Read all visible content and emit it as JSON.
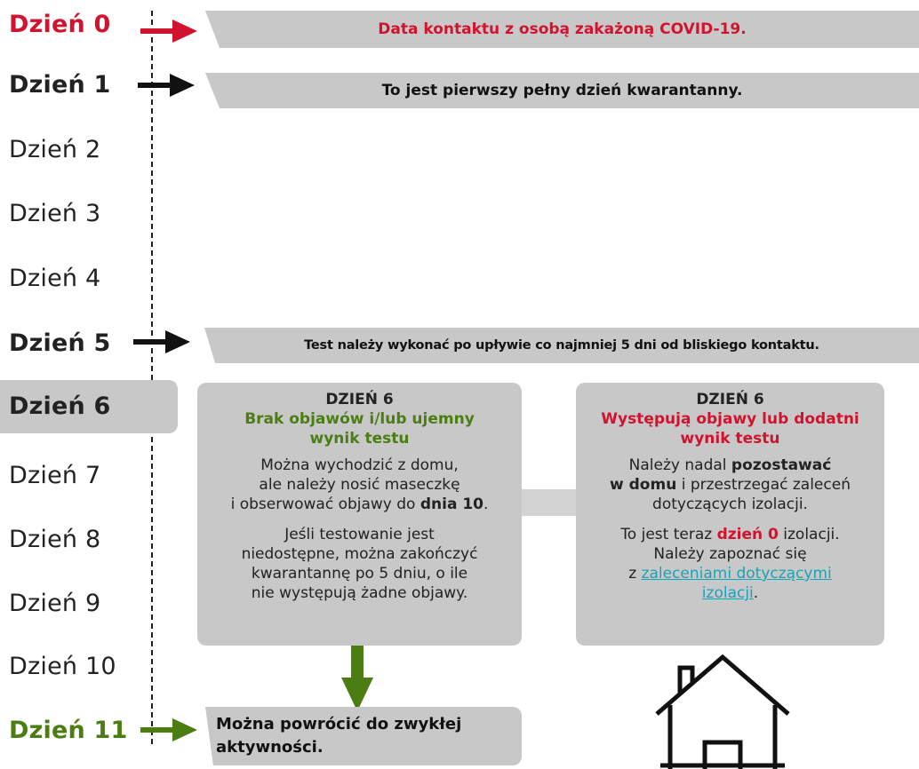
{
  "days": {
    "d0": "Dzień 0",
    "d1": "Dzień 1",
    "d2": "Dzień 2",
    "d3": "Dzień 3",
    "d4": "Dzień 4",
    "d5": "Dzień 5",
    "d6": "Dzień 6",
    "d7": "Dzień 7",
    "d8": "Dzień 8",
    "d9": "Dzień 9",
    "d10": "Dzień 10",
    "d11": "Dzień 11"
  },
  "banners": {
    "day0": "Data kontaktu z osobą zakażoną COVID-19.",
    "day1": "To jest pierwszy pełny dzień kwarantanny.",
    "day5": "Test należy wykonać po upływie co najmniej 5 dni od bliskiego kontaktu.",
    "day11_line1": "Można powrócić do zwykłej",
    "day11_line2": "aktywności."
  },
  "left_box": {
    "title": "DZIEŃ 6",
    "subtitle_1": "Brak objawów i/lub ujemny",
    "subtitle_2": "wynik testu",
    "p1_l1": "Można wychodzić z domu,",
    "p1_l2": "ale należy nosić maseczkę",
    "p1_l3_a": "i obserwować objawy do ",
    "p1_l3_b": "dnia 10",
    "p1_l3_c": ".",
    "p2_l1": "Jeśli testowanie jest",
    "p2_l2": "niedostępne, można zakończyć",
    "p2_l3": "kwarantannę po 5 dniu, o ile",
    "p2_l4": "nie występują żadne objawy."
  },
  "right_box": {
    "title": "DZIEŃ 6",
    "subtitle_1": "Występują objawy lub dodatni",
    "subtitle_2": "wynik testu",
    "p1_l1_a": "Należy nadal ",
    "p1_l1_b": "pozostawać",
    "p1_l2_a": "w domu",
    "p1_l2_b": " i przestrzegać zaleceń",
    "p1_l3": "dotyczących izolacji.",
    "p2_l1_a": "To jest teraz ",
    "p2_l1_b": "dzień 0",
    "p2_l1_c": " izolacji.",
    "p2_l2": "Należy zapoznać się",
    "p2_l3_a": "z ",
    "p2_l3_link": "zaleceniami dotyczącymi",
    "p2_l4_link": "izolacji",
    "p2_l4_b": "."
  },
  "colors": {
    "red": "#d2132f",
    "green": "#4b7d12",
    "gray_box": "#c8c8c8",
    "link": "#1aa3b8"
  },
  "icons": {
    "house": "house-icon",
    "arrows": "arrow-right-icon"
  }
}
